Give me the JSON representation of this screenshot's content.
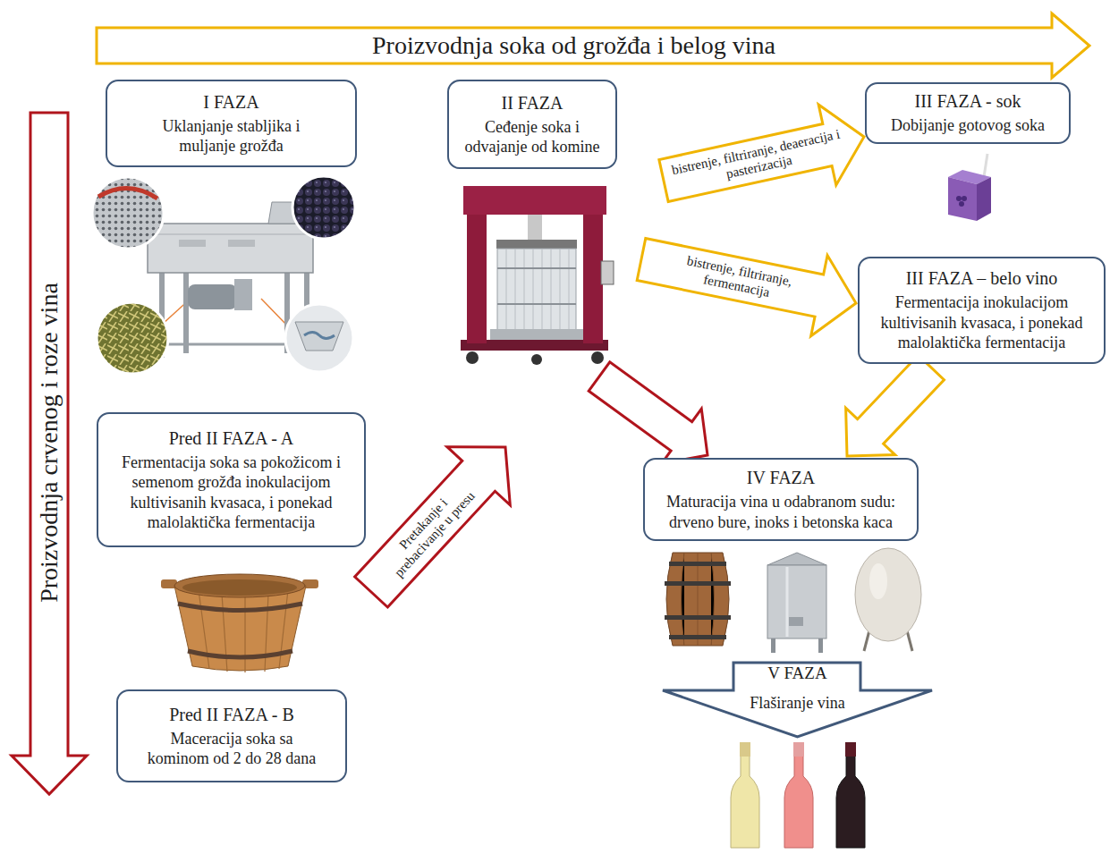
{
  "diagram": {
    "nodes": [
      {
        "text": [
          "Proizvodnja soka od grožđa i belog vina"
        ]
      },
      {
        "text": [
          "I FAZA",
          "Uklanjanje stabljika i muljanje grožđa"
        ]
      },
      {
        "text": [
          "II FAZA",
          "Ceđenje soka i odvajanje od komine"
        ]
      },
      {
        "text": [
          "III FAZA - sok",
          "Dobijanje gotovog soka"
        ]
      },
      {
        "text": [
          "Proizvodnja crvenog i roze vina"
        ]
      },
      {
        "text": [
          "III FAZA – belo vino",
          "Fermentacija inokulacijom kultivisanih kvasaca, i ponekad malolaktička fermentacija"
        ]
      },
      {
        "text": [
          "Pred II FAZA - A",
          "Fermentacija soka sa pokožicom i semenom grožđa inokulacijom kultivisanih kvasaca, i ponekad malolaktička fermentacija"
        ]
      },
      {
        "text": [
          "IV FAZA",
          "Maturacija vina u odabranom sudu: drveno bure, inoks i betonska kaca"
        ]
      },
      {
        "text": [
          "Pred II FAZA - B",
          "Maceracija soka sa kominom od 2 do 28 dana"
        ]
      },
      {
        "text": [
          "V FAZA",
          "Flaširanje vina"
        ]
      }
    ],
    "edges": [
      {
        "from": 2,
        "to": 3,
        "label": "bistrenje, filtriranje, deaeracija i pasterizacija",
        "arrow": "to"
      },
      {
        "from": 2,
        "to": 5,
        "label": "bistrenje, filtriranje, fermentacija",
        "arrow": "to"
      },
      {
        "from": 5,
        "to": 7,
        "arrow": "to"
      },
      {
        "from": 2,
        "to": 7,
        "arrow": "to"
      },
      {
        "from": 6,
        "to": 2,
        "label": "Pretakanje i prebacivanje u presu",
        "arrow": "to"
      }
    ]
  }
}
